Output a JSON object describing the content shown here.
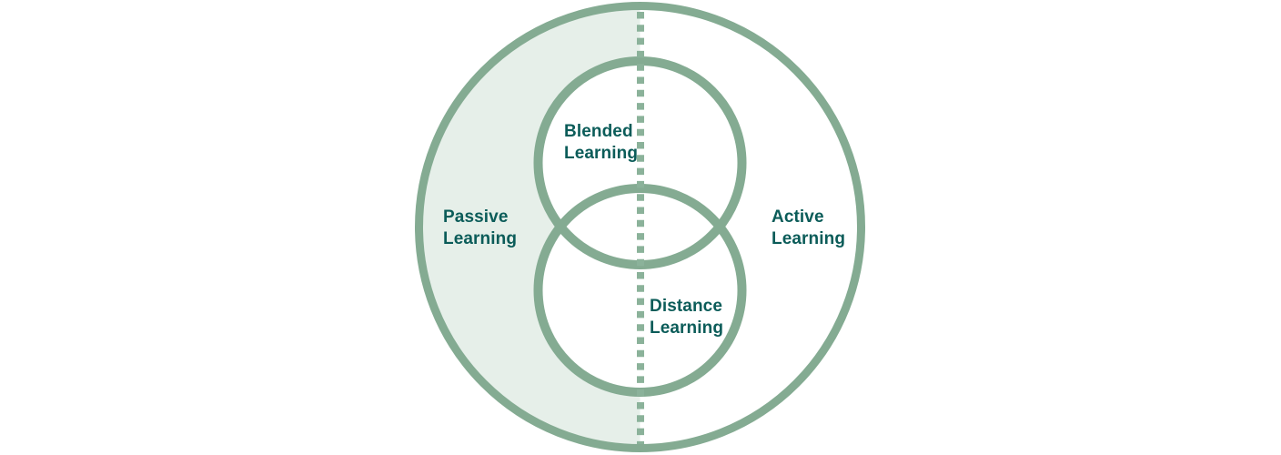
{
  "diagram": {
    "type": "venn-concept-diagram",
    "labels": {
      "passive": "Passive Learning",
      "active": "Active Learning",
      "blended": "Blended Learning",
      "distance": "Distance Learning"
    },
    "colors": {
      "circle_stroke": "#84ab92",
      "divider_dash": "#8bb29a",
      "passive_region_fill": "#e6efe9",
      "inner_circle_fill": "#ffffff",
      "label_text": "#0b5c59",
      "background": "#ffffff"
    }
  }
}
